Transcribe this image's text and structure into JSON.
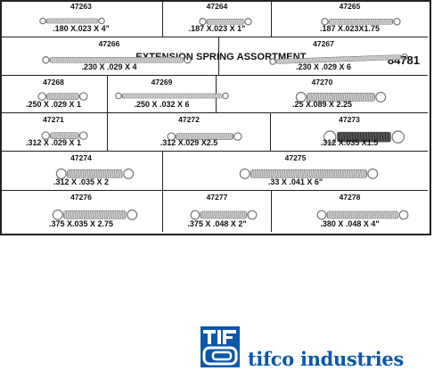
{
  "header": {
    "title": "EXTENSION SPRING ASSORTMENT",
    "part_number": "84781"
  },
  "cells": [
    {
      "number": "47263",
      "size": ".180 X.023 X 4\""
    },
    {
      "number": "47264",
      "size": ".187 X.023 X 1\""
    },
    {
      "number": "47265",
      "size": ".187 X.023X1.75"
    },
    {
      "number": "47266",
      "size": ".230 X .029 X 4"
    },
    {
      "number": "47267",
      "size": ".230 X .029 X 6"
    },
    {
      "number": "47268",
      "size": ".250 X .029 X 1"
    },
    {
      "number": "47269",
      "size": ".250 X .032 X 6"
    },
    {
      "number": "47270",
      "size": ".25 X.089 X 2.25"
    },
    {
      "number": "47271",
      "size": ".312 X .029 X 1"
    },
    {
      "number": "47272",
      "size": ".312 X.029 X2.5"
    },
    {
      "number": "47273",
      "size": ".312 X.035 X1.5"
    },
    {
      "number": "47274",
      "size": ".312 X .035 X 2"
    },
    {
      "number": "47275",
      "size": ".33 X .041 X 6\""
    },
    {
      "number": "47276",
      "size": ".375 X.035 X 2.75"
    },
    {
      "number": "47277",
      "size": ".375 X .048 X 2\""
    },
    {
      "number": "47278",
      "size": ".380 X .048 X 4\""
    }
  ],
  "brand": {
    "name": "tifco industries",
    "logo_text": "TIFCO",
    "color": "#0b58a8"
  }
}
